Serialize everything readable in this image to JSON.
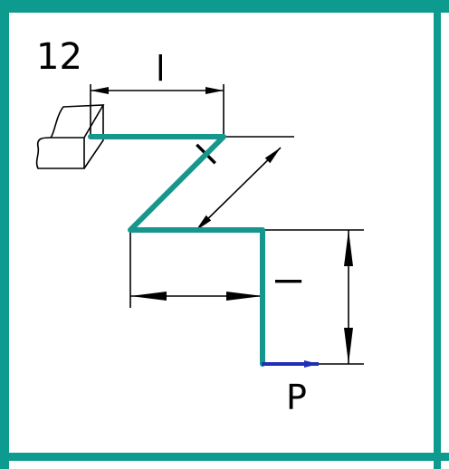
{
  "problem_number": "12",
  "labels": {
    "top_length": "l",
    "diagonal_length": "l",
    "vertical_length": "l",
    "force": "P"
  },
  "colors": {
    "border": "#0e9b8f",
    "beam": "#16968d",
    "force": "#1f2fb8",
    "lines": "#000000"
  }
}
